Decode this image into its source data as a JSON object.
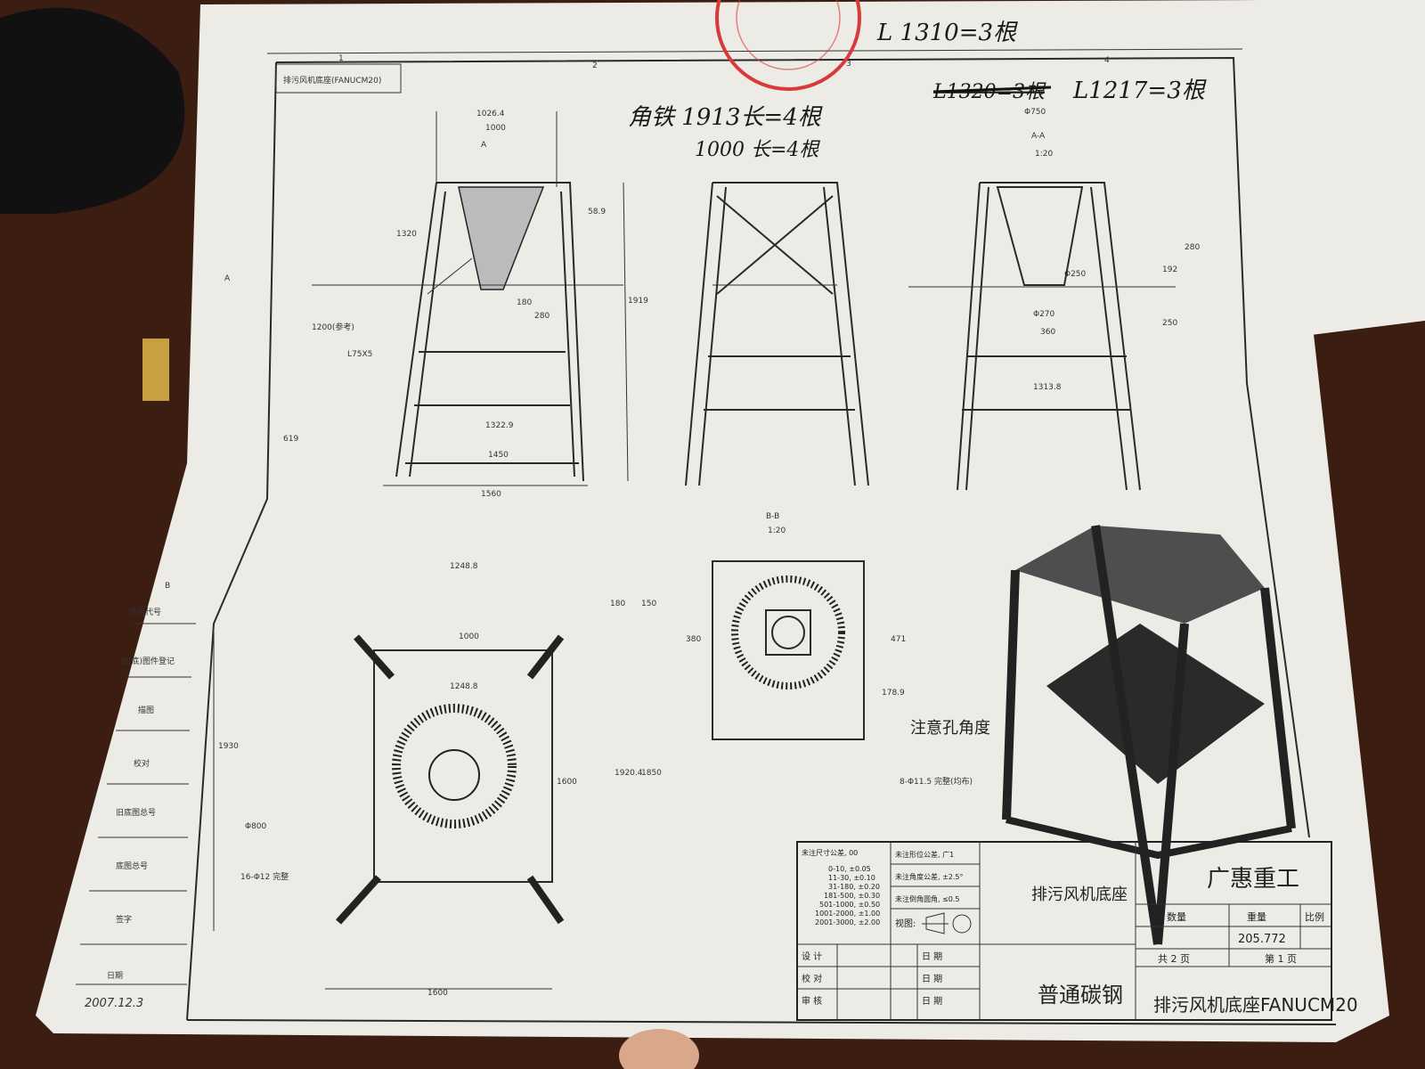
{
  "drawing": {
    "header_box": "排污风机底座(FANUCM20)",
    "zone_columns": [
      "1",
      "2",
      "3",
      "4"
    ],
    "zone_rows": [
      "A",
      "B"
    ],
    "handwritten_notes": [
      "L 1310=3根",
      "角铁 1913长=4根",
      "1000 长=4根",
      "L1320=3根",
      "L1217=3根"
    ],
    "section_labels": [
      "A",
      "A-A",
      "1:20",
      "B-B",
      "1:20"
    ],
    "front_view_dims": [
      "1026.4",
      "1000",
      "58.9",
      "1320",
      "180",
      "280",
      "1919",
      "1200(参考)",
      "L75X5",
      "1322.9",
      "1450",
      "1560",
      "619"
    ],
    "side_view_dims": [
      "Φ750",
      "280",
      "192",
      "250",
      "1313.8",
      "Φ250",
      "Φ270",
      "360"
    ],
    "plan_view_dims": [
      "1248.8",
      "1000",
      "1248.8",
      "1930",
      "1600",
      "1920.4",
      "1850",
      "180",
      "150",
      "Φ800",
      "16-Φ12 完整",
      "1600"
    ],
    "detail_view_dims": [
      "380",
      "471",
      "178.9",
      "8-Φ11.5 完整(均布)"
    ],
    "note": "注意孔角度",
    "left_column": [
      "借用代号",
      "旧(底)图件登记",
      "描图",
      "校对",
      "旧底图总号",
      "底图总号",
      "签字",
      "日期"
    ],
    "date": "2007.12.3",
    "stamp_color": "#d83a3a"
  },
  "title_block": {
    "tolerance_header": "未注尺寸公差, 00",
    "tolerances": [
      "0-10, ±0.05",
      "11-30, ±0.10",
      "31-180, ±0.20",
      "181-500, ±0.30",
      "501-1000, ±0.50",
      "1001-2000, ±1.00",
      "2001-3000, ±2.00"
    ],
    "notes": [
      "未注形位公差, 广1",
      "未注角度公差, ±2.5°",
      "未注倒角圆角, ≤0.5"
    ],
    "projection_label": "视图:",
    "sign_rows": [
      "设 计",
      "校 对",
      "审 核"
    ],
    "date_label": "日 期",
    "part_name": "排污风机底座",
    "company": "广惠重工",
    "qty_label": "数量",
    "weight_label": "重量",
    "scale_label": "比例",
    "weight": "205.772",
    "pages": "共 2 页",
    "page": "第 1 页",
    "material": "普通碳钢",
    "drawing_no": "排污风机底座FANUCM20"
  }
}
